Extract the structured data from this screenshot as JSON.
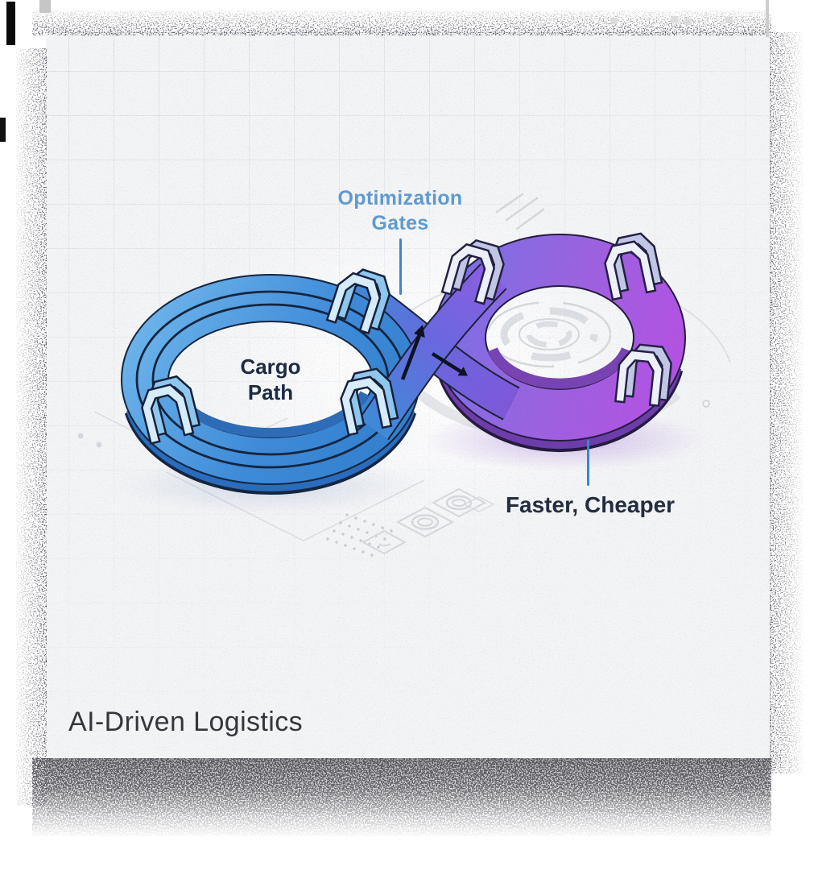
{
  "title": {
    "text": "AI-Driven Logistics"
  },
  "labels": {
    "optimization_gates_line1": "Optimization",
    "optimization_gates_line2": "Gates",
    "cargo_path_line1": "Cargo",
    "cargo_path_line2": "Path",
    "faster_cheaper": "Faster, Cheaper"
  },
  "icons": {
    "optimization-gate": "octagonal arch ring over track",
    "flow-arrow-up": "↗",
    "flow-arrow-down": "↘"
  },
  "colors": {
    "label_blue": "#5e9bd0",
    "label_dark_navy": "#1c2a44",
    "title_dark": "#33373c",
    "pointer_line_blue": "#3e86c8",
    "card_bg": "#f3f4f6",
    "loop_blue_light": "#72b9ee",
    "loop_blue": "#3e8bd9",
    "loop_blue_deep": "#2f7ccc",
    "loop_blue_side": "#2a6cbd",
    "outline_navy": "#14253f",
    "ribbon_blue": "#4089d8",
    "ribbon_violet": "#7e58da",
    "loop_purple_blue": "#7b70e6",
    "loop_purple": "#9a63df",
    "loop_purple_bright": "#b650e4",
    "loop_purple_side": "#6d3dab",
    "outline_plum": "#241b3d",
    "gate_blue_front": "#d8edfb",
    "gate_blue_side": "#8fc8ef",
    "gate_white_front": "#eef0fa",
    "gate_white_side": "#c3c7e6",
    "arrow_black": "#0c1220",
    "deco_gray": "#d5d8dd"
  }
}
